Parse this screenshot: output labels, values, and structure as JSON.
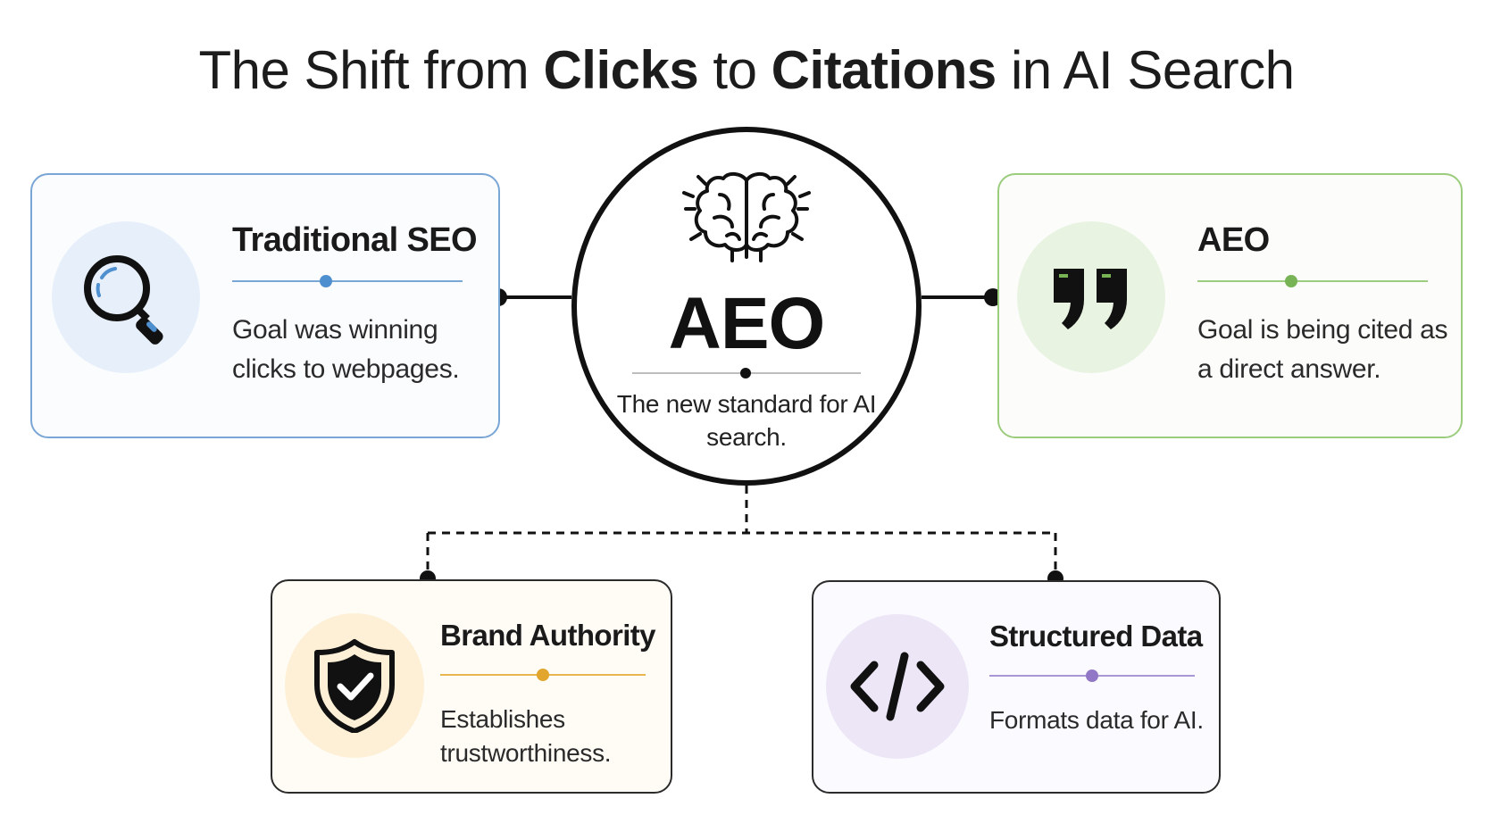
{
  "title": {
    "part1": "The Shift from ",
    "bold1": "Clicks",
    "part2": " to ",
    "bold2": "Citations",
    "part3": " in AI Search"
  },
  "center": {
    "title": "AEO",
    "description": "The new standard for AI search.",
    "icon": "brain-icon"
  },
  "cards": {
    "traditional_seo": {
      "heading": "Traditional SEO",
      "description": "Goal was winning clicks to webpages.",
      "icon": "magnifier-icon",
      "accent": "#4e8fd0"
    },
    "aeo": {
      "heading": "AEO",
      "description": "Goal is being cited as a direct answer.",
      "icon": "quote-icon",
      "accent": "#78b455"
    },
    "brand_authority": {
      "heading": "Brand Authority",
      "description": "Establishes trustworthiness.",
      "icon": "shield-check-icon",
      "accent": "#e2a52e"
    },
    "structured_data": {
      "heading": "Structured Data",
      "description": "Formats data for AI.",
      "icon": "code-icon",
      "accent": "#9277c6"
    }
  }
}
